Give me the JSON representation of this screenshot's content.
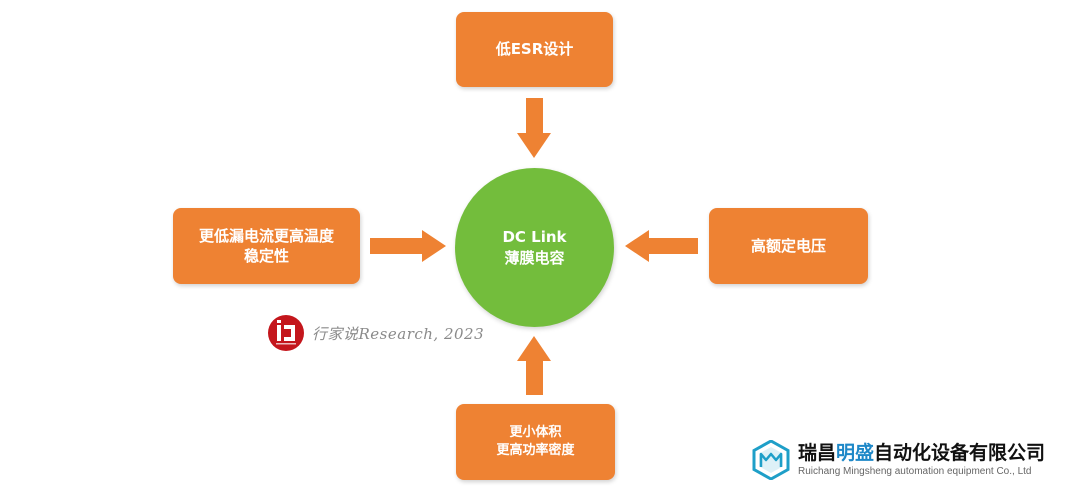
{
  "diagram": {
    "center": {
      "line1": "DC Link",
      "line2": "薄膜电容",
      "color": "#73BD3C"
    },
    "box_color": "#EE8233",
    "arrow_color": "#EE8233",
    "top_box": {
      "line1": "低ESR设计"
    },
    "left_box": {
      "line1": "更低漏电流更高温度",
      "line2": "稳定性"
    },
    "right_box": {
      "line1": "高额定电压"
    },
    "bottom_box": {
      "line1": "更小体积",
      "line2": "更高功率密度"
    }
  },
  "watermark": {
    "text": "行家说Research, 2023",
    "logo_color": "#C4161C"
  },
  "company": {
    "name_part1": "瑞昌",
    "name_highlight": "明盛",
    "name_part2": "自动化设备有限公司",
    "name_en": "Ruichang Mingsheng automation equipment Co., Ltd",
    "logo_icon": "hexagon-mm-logo",
    "highlight_color": "#1E88C8"
  }
}
